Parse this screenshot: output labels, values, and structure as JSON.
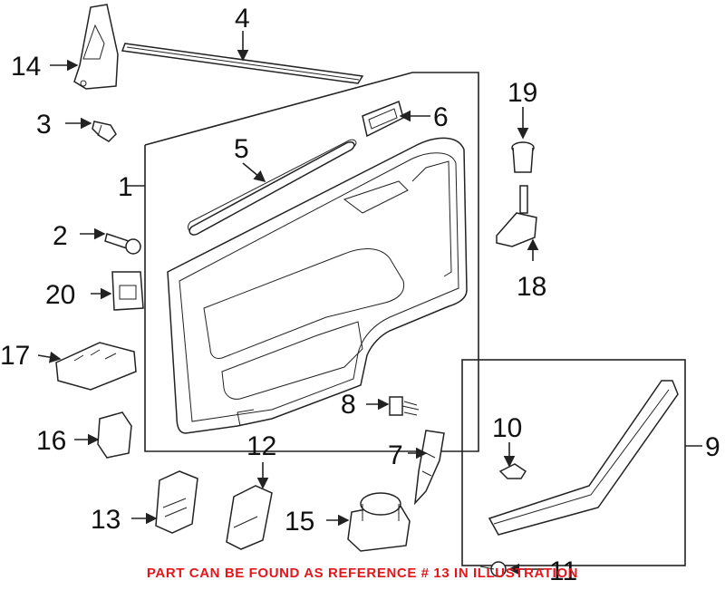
{
  "callouts": {
    "c1": "1",
    "c2": "2",
    "c3": "3",
    "c4": "4",
    "c5": "5",
    "c6": "6",
    "c7": "7",
    "c8": "8",
    "c9": "9",
    "c10": "10",
    "c11": "11",
    "c12": "12",
    "c13": "13",
    "c14": "14",
    "c15": "15",
    "c16": "16",
    "c17": "17",
    "c18": "18",
    "c19": "19",
    "c20": "20"
  },
  "footer_note": "PART CAN BE FOUND AS REFERENCE # 13 IN ILLUSTRATION",
  "colors": {
    "line": "#222222",
    "note": "#e4161b",
    "background": "#ffffff"
  }
}
